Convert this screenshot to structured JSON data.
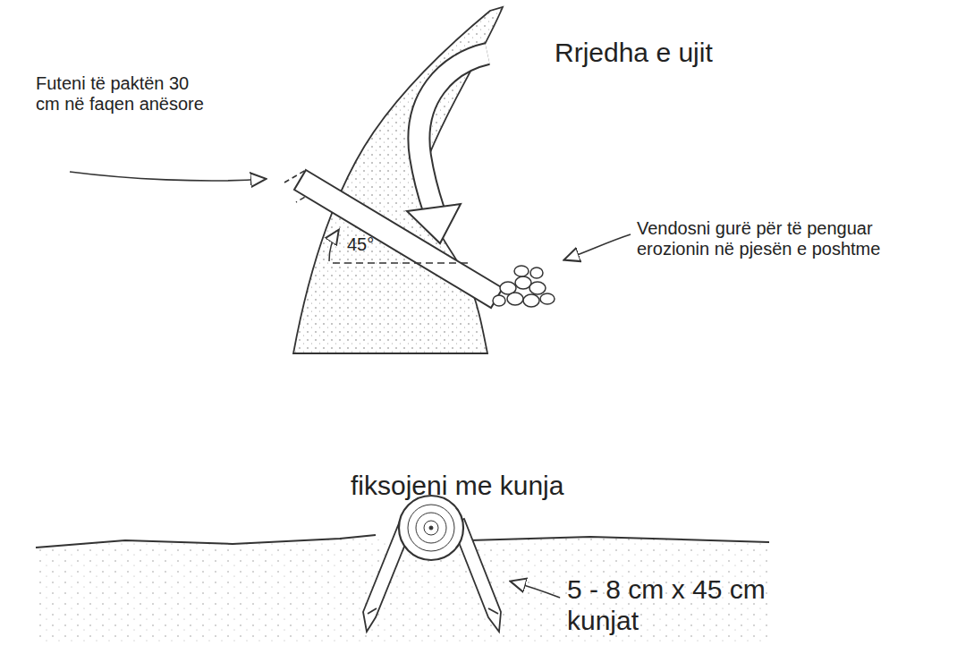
{
  "diagram": {
    "labels": [
      "Rrjedha e ujit",
      "Futeni të paktën 30 cm në faqen anësore",
      "Vendosni gurë për të penguar erozionin në pjesën e poshtme",
      "45°",
      "fiksojeni me kunja",
      "5 - 8 cm x 45 cm kunjat"
    ]
  }
}
